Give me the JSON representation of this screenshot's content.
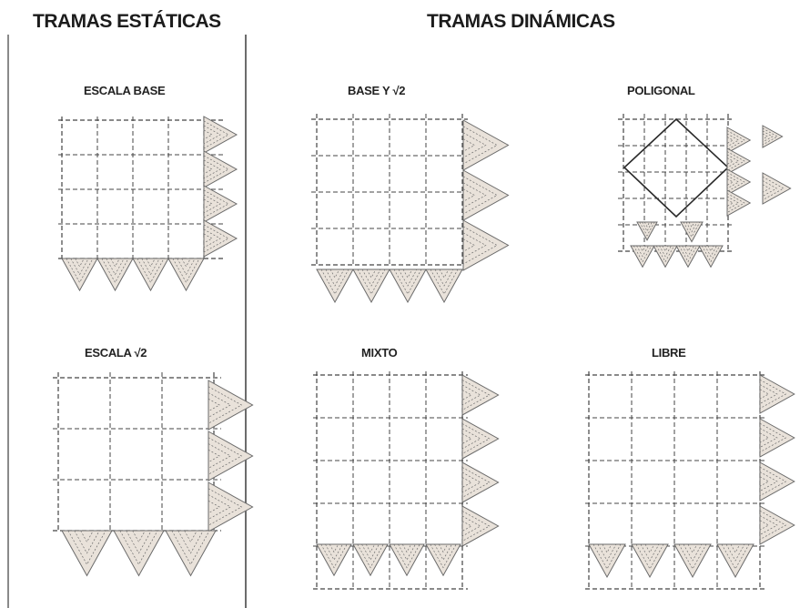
{
  "headings": {
    "static": "TRAMAS ESTÁTICAS",
    "dynamic": "TRAMAS DINÁMICAS"
  },
  "panels": {
    "escala_base": "ESCALA BASE",
    "escala_r2": "ESCALA √2",
    "base_r2": "BASE Y  √2",
    "poligonal": "POLIGONAL",
    "mixto": "MIXTO",
    "libre": "LIBRE"
  },
  "colors": {
    "grid_line": "#2a2a2a",
    "grid_dash": "#444444",
    "triangle_stroke": "#6a6a6a",
    "triangle_fill": "#e9e2da",
    "divider": "#6c6c6c"
  }
}
